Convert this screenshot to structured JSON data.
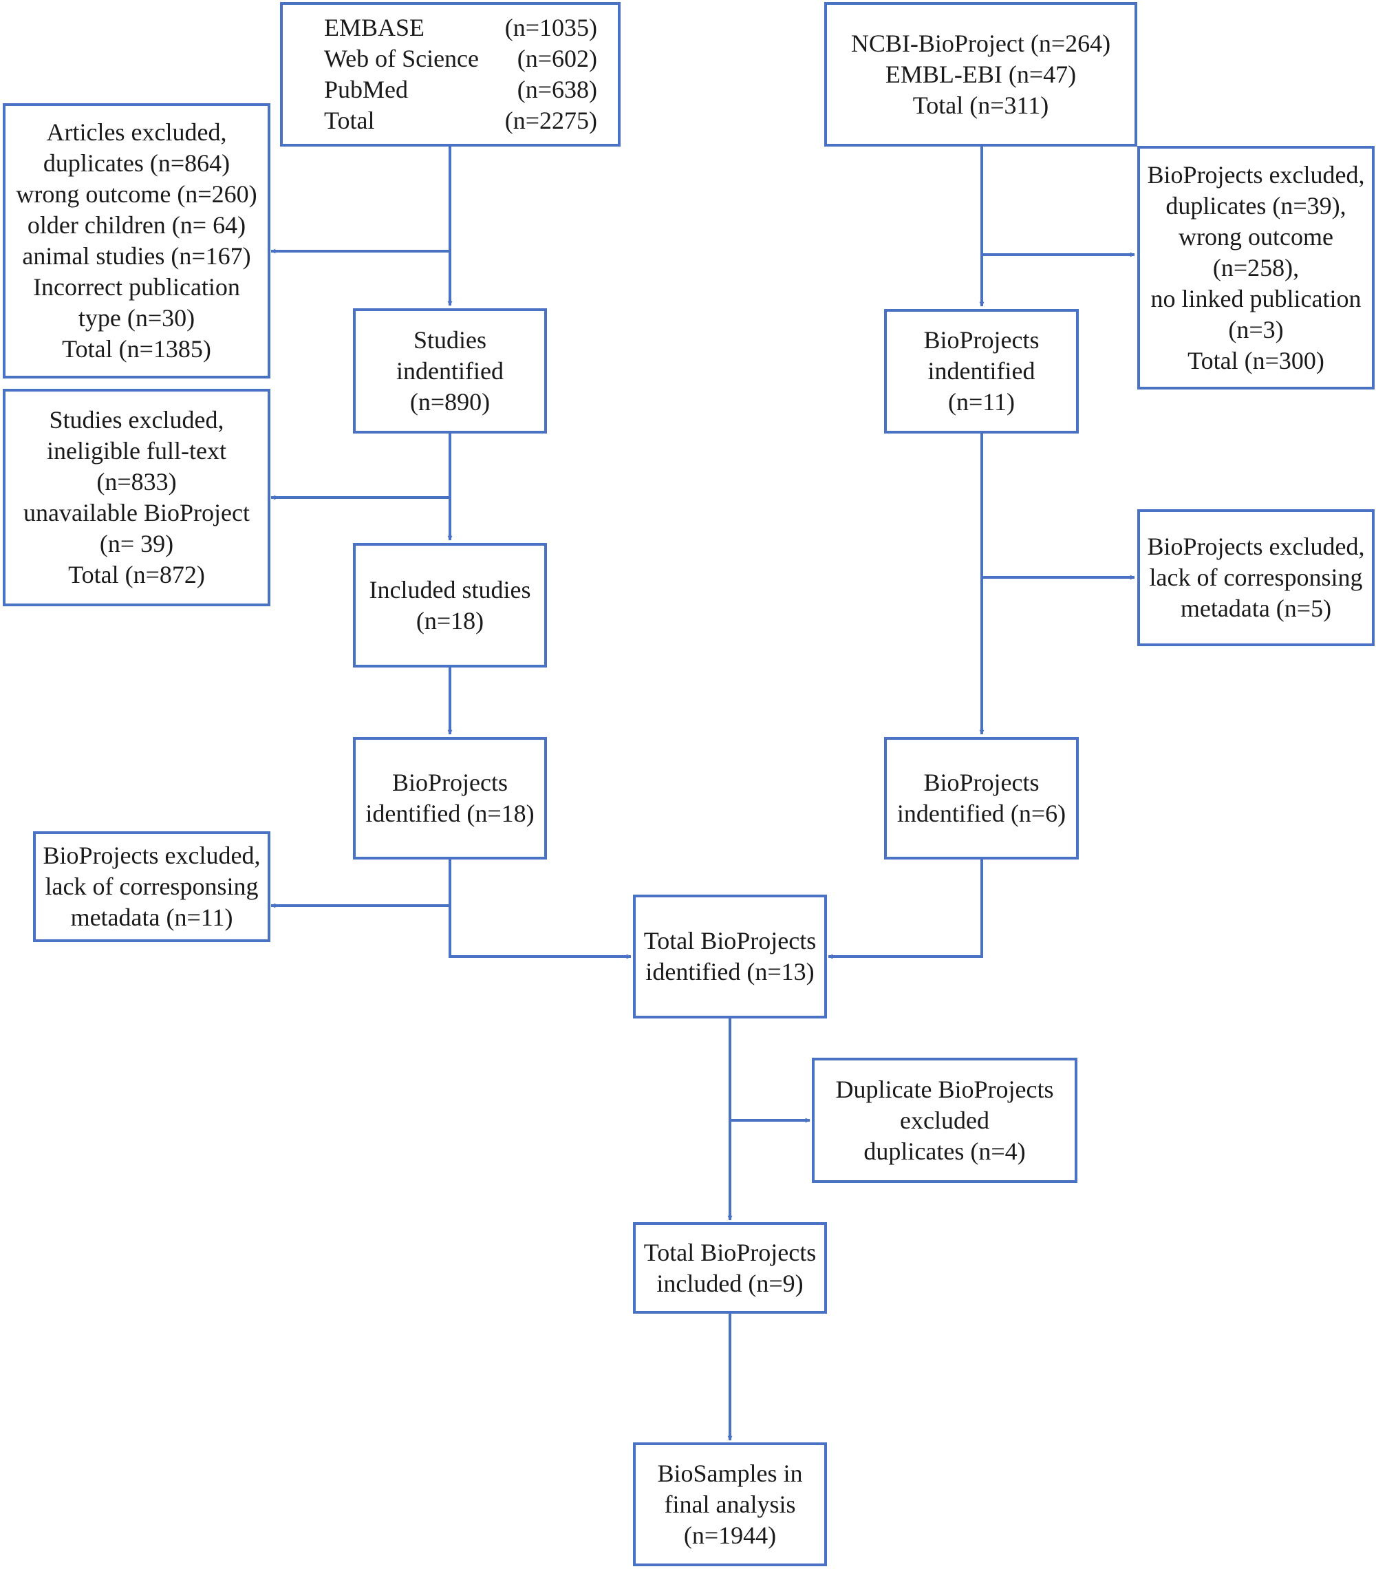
{
  "sources_left": {
    "rows": [
      {
        "name": "EMBASE",
        "count": "(n=1035)"
      },
      {
        "name": "Web of Science",
        "count": "(n=602)"
      },
      {
        "name": "PubMed",
        "count": "(n=638)"
      },
      {
        "name": "Total",
        "count": "(n=2275)"
      }
    ]
  },
  "sources_right": {
    "lines": [
      "NCBI-BioProject (n=264)",
      "EMBL-EBI (n=47)",
      "Total (n=311)"
    ]
  },
  "articles_excluded": {
    "lines": [
      "Articles excluded,",
      "duplicates (n=864)",
      "wrong outcome (n=260)",
      "older children (n= 64)",
      "animal studies (n=167)",
      "Incorrect publication",
      "type (n=30)",
      "Total (n=1385)"
    ]
  },
  "studies_identified": {
    "lines": [
      "Studies",
      "indentified",
      "(n=890)"
    ]
  },
  "studies_excluded": {
    "lines": [
      "Studies excluded,",
      "ineligible full-text",
      "(n=833)",
      "unavailable BioProject",
      "(n= 39)",
      "Total (n=872)"
    ]
  },
  "included_studies": {
    "lines": [
      "Included studies",
      "(n=18)"
    ]
  },
  "bioprojects_identified_left": {
    "lines": [
      "BioProjects",
      "identified (n=18)"
    ]
  },
  "bioprojects_excluded_left": {
    "lines": [
      "BioProjects excluded,",
      "lack of corresponsing",
      "metadata (n=11)"
    ]
  },
  "bioprojects_excluded_right_top": {
    "lines": [
      "BioProjects excluded,",
      "duplicates (n=39),",
      "wrong outcome",
      "(n=258),",
      "no linked publication",
      "(n=3)",
      "Total (n=300)"
    ]
  },
  "bioprojects_identified_right_1": {
    "lines": [
      "BioProjects",
      "indentified",
      "(n=11)"
    ]
  },
  "bioprojects_excluded_right_mid": {
    "lines": [
      "BioProjects excluded,",
      "lack of corresponsing",
      "metadata (n=5)"
    ]
  },
  "bioprojects_identified_right_2": {
    "lines": [
      "BioProjects",
      "indentified (n=6)"
    ]
  },
  "total_bioprojects_identified": {
    "lines": [
      "Total BioProjects",
      "identified (n=13)"
    ]
  },
  "duplicate_bioprojects_excluded": {
    "lines": [
      "Duplicate BioProjects",
      "excluded",
      "duplicates (n=4)"
    ]
  },
  "total_bioprojects_included": {
    "lines": [
      "Total BioProjects",
      "included (n=9)"
    ]
  },
  "biosamples_final": {
    "lines": [
      "BioSamples in",
      "final analysis",
      "(n=1944)"
    ]
  },
  "colors": {
    "box_border": "#4A72C4",
    "arrow": "#4A72C4",
    "text": "#1a1a1a"
  }
}
